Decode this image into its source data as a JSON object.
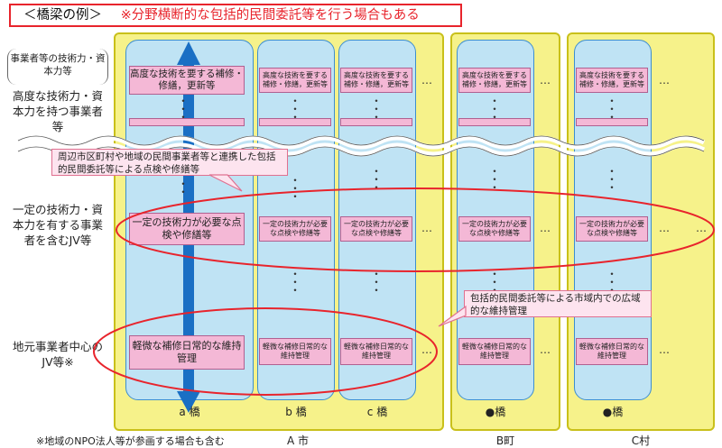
{
  "header": {
    "title_main": "＜橋梁の例＞",
    "title_note": "※分野横断的な包括的民間委託等を行う場合もある"
  },
  "left_labels": {
    "high_tech_brace": "事業者等の技術力・資本力等",
    "high_tech": "高度な技術力・資本力を持つ事業者等",
    "mid_tech": "一定の技術力・資本力を有する事業者を含むJV等",
    "local": "地元事業者中心のJV等※"
  },
  "cells": {
    "high_large": "高度な技術を要する補修・修繕，更新等",
    "high_small": "高度な技術を要する補修・修繕，更新等",
    "mid_large": "一定の技術力が必要な点検や修繕等",
    "mid_small": "一定の技術力が必要な点検や修繕等",
    "low_large": "軽微な補修日常的な維持管理",
    "low_small": "軽微な補修日常的な維持管理"
  },
  "callouts": {
    "wide": "周辺市区町村や地域の民間事業者等と連携した包括的民間委託等による点検や修繕等",
    "local": "包括的民間委託等による市域内での広域的な維持管理"
  },
  "bridges": {
    "a": "a 橋",
    "b": "b 橋",
    "c": "c 橋",
    "b_town": "●橋",
    "c_village": "●橋"
  },
  "municipalities": {
    "a_city": "A 市",
    "b_town": "B町",
    "c_village": "C村"
  },
  "footer_note": "※地域のNPO法人等が参画する場合も含む",
  "ellipsis": "…",
  "vellipsis": "・\n・\n・"
}
